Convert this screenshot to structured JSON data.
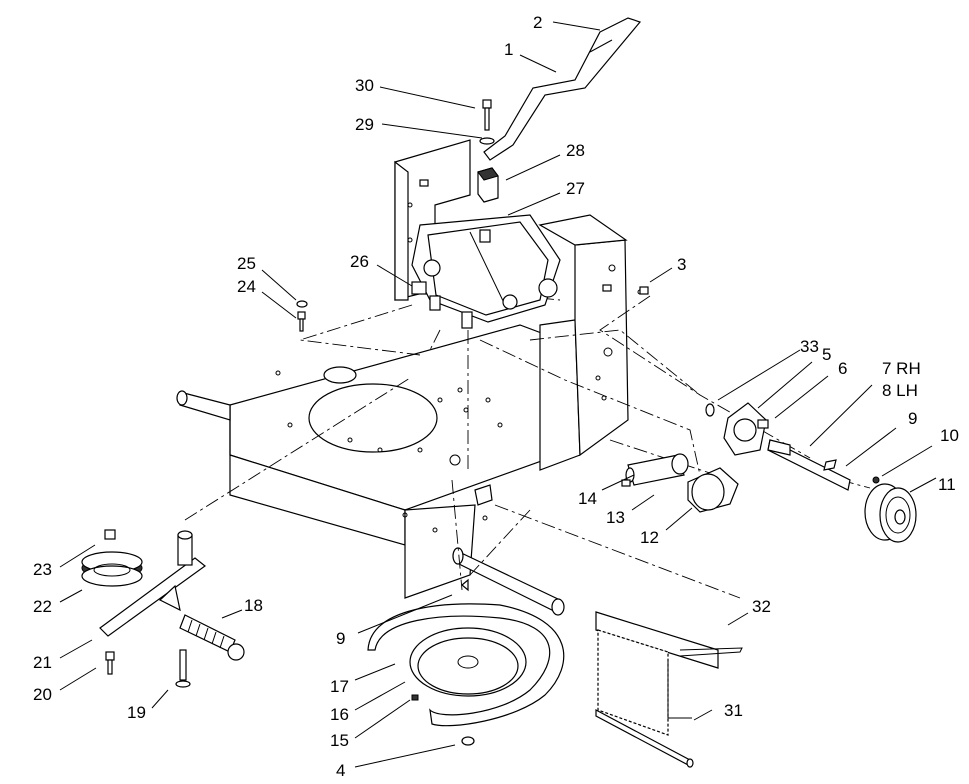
{
  "callouts": {
    "c1": "1",
    "c2": "2",
    "c3": "3",
    "c4": "4",
    "c5": "5",
    "c6": "6",
    "c7": "7 RH",
    "c8": "8 LH",
    "c9a": "9",
    "c9b": "9",
    "c10": "10",
    "c11": "11",
    "c12": "12",
    "c13": "13",
    "c14": "14",
    "c15": "15",
    "c16": "16",
    "c17": "17",
    "c18": "18",
    "c19": "19",
    "c20": "20",
    "c21": "21",
    "c22": "22",
    "c23": "23",
    "c24": "24",
    "c25": "25",
    "c26": "26",
    "c27": "27",
    "c28": "28",
    "c29": "29",
    "c30": "30",
    "c31": "31",
    "c32": "32",
    "c33": "33"
  }
}
